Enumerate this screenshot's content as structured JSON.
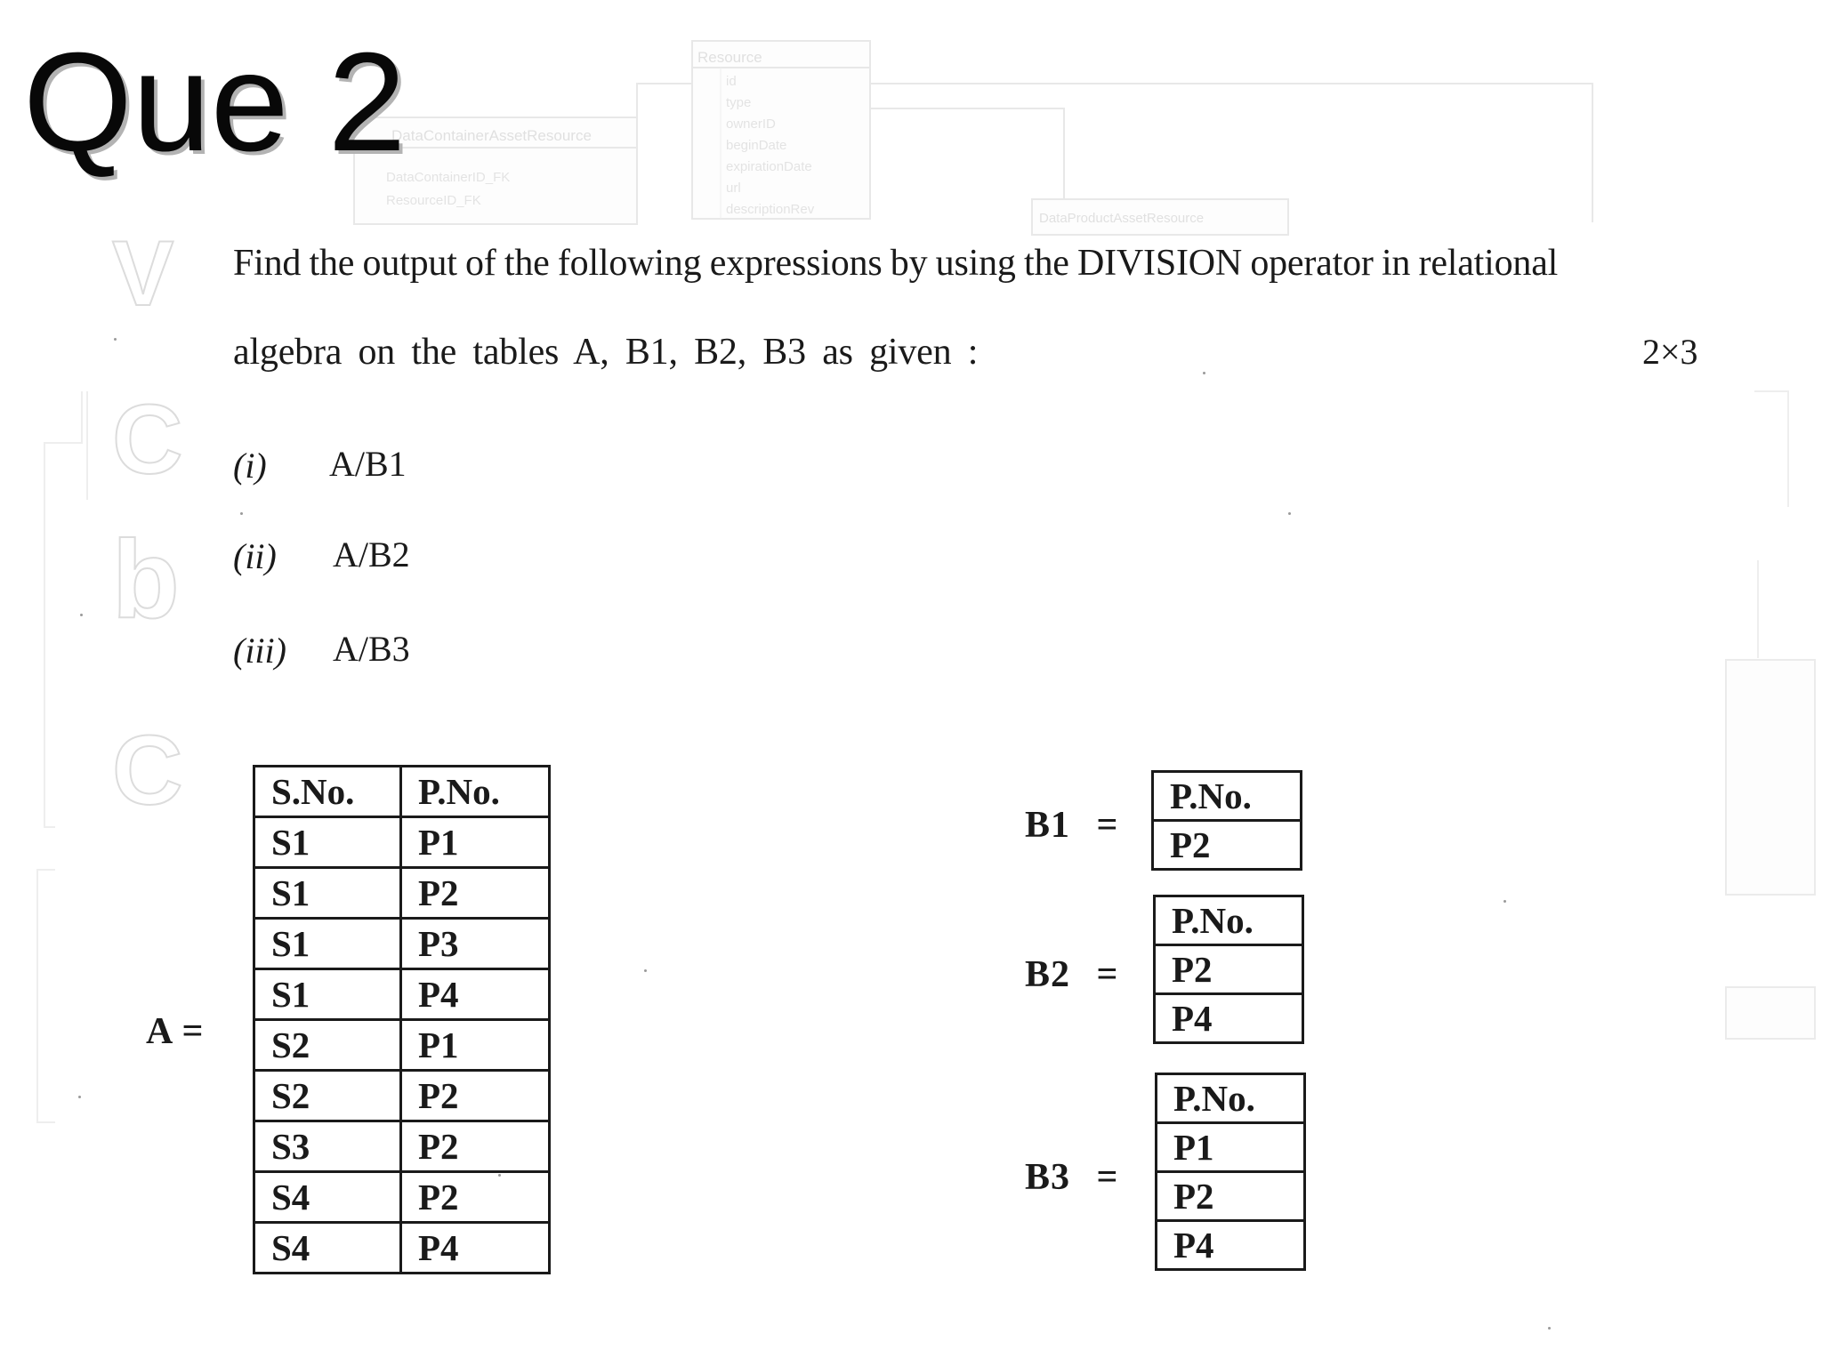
{
  "slide": {
    "title": "Que 2"
  },
  "question": {
    "line1": "Find the output of the following expressions by using the DIVISION operator in relational",
    "line2": "algebra on the tables A, B1, B2, B3 as given :",
    "marks": "2×3",
    "parts": [
      {
        "num": "(i)",
        "expr": "A/B1"
      },
      {
        "num": "(ii)",
        "expr": "A/B2"
      },
      {
        "num": "(iii)",
        "expr": "A/B3"
      }
    ]
  },
  "tables": {
    "a": {
      "label": "A =",
      "headers": [
        "S.No.",
        "P.No."
      ],
      "rows": [
        [
          "S1",
          "P1"
        ],
        [
          "S1",
          "P2"
        ],
        [
          "S1",
          "P3"
        ],
        [
          "S1",
          "P4"
        ],
        [
          "S2",
          "P1"
        ],
        [
          "S2",
          "P2"
        ],
        [
          "S3",
          "P2"
        ],
        [
          "S4",
          "P2"
        ],
        [
          "S4",
          "P4"
        ]
      ]
    },
    "b1": {
      "label": "B1 =",
      "header": "P.No.",
      "rows": [
        "P2"
      ]
    },
    "b2": {
      "label": "B2 =",
      "header": "P.No.",
      "rows": [
        "P2",
        "P4"
      ]
    },
    "b3": {
      "label": "B3 =",
      "header": "P.No.",
      "rows": [
        "P1",
        "P2",
        "P4"
      ]
    }
  },
  "background_diagram": {
    "entity_main": "Resource",
    "entity_main_fields": [
      "id",
      "type",
      "ownerID",
      "beginDate",
      "expirationDate",
      "url",
      "descriptionRev"
    ],
    "entity_left": "DataContainerAssetResource",
    "entity_left_fields": [
      "DataContainerID_FK",
      "ResourceID_FK"
    ],
    "entity_right": "DataProductAssetResource"
  },
  "watermark_letters": [
    "V",
    "C",
    "b",
    "C"
  ]
}
